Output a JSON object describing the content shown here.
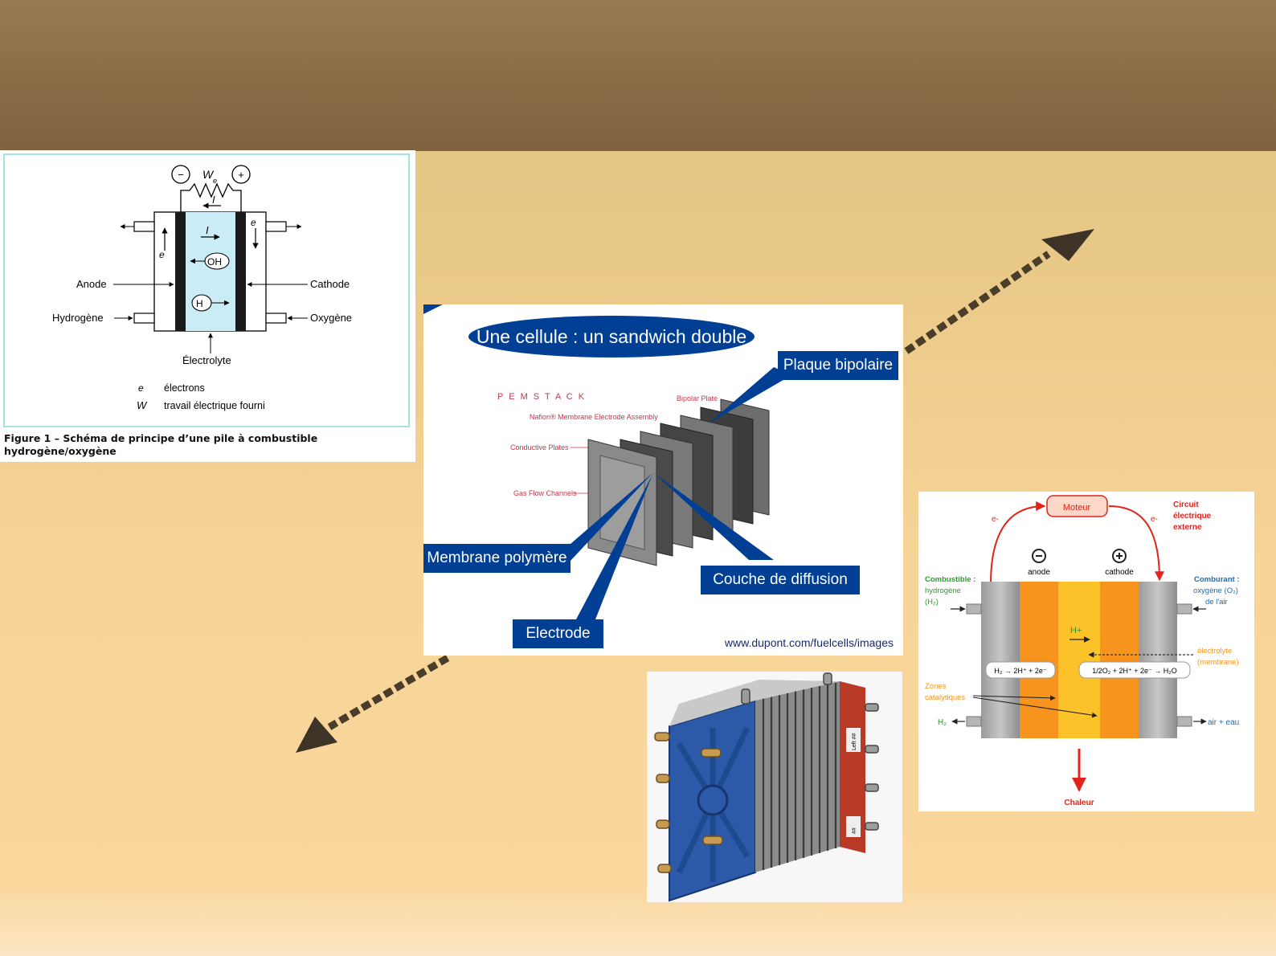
{
  "figure1": {
    "minus": "−",
    "plus": "+",
    "we_label": "W",
    "we_sub": "e",
    "current_i": "I",
    "electron_left": "e",
    "electron_right": "e",
    "ion_oh": "OH",
    "ion_h": "H",
    "anode": "Anode",
    "cathode": "Cathode",
    "hydrogene": "Hydrogène",
    "oxygene": "Oxygène",
    "electrolyte": "Électrolyte",
    "legend_e_symbol": "e",
    "legend_e_text": "électrons",
    "legend_we_symbol": "W",
    "legend_we_text": "travail électrique fourni",
    "caption_line1": "Figure 1 – Schéma de principe d’une pile à combustible",
    "caption_line2": "hydrogène/oxygène"
  },
  "pem": {
    "title": "Une cellule : un sandwich double",
    "plaque": "Plaque bipolaire",
    "membrane": "Membrane polymère",
    "couche": "Couche de diffusion",
    "electrode": "Electrode",
    "credit": "www.dupont.com/fuelcells/images",
    "pem_stack": "P E M   S T A C K",
    "bipolar_plate": "Bipolar Plate",
    "nafion": "Nafion® Membrane Electrode Assembly",
    "conductive": "Conductive Plates",
    "gas_flow": "Gas Flow Channels"
  },
  "pile": {
    "moteur": "Moteur",
    "circuit_1": "Circuit",
    "circuit_2": "électrique",
    "circuit_3": "externe",
    "e_left": "e-",
    "e_right": "e-",
    "anode": "anode",
    "cathode": "cathode",
    "combustible_1": "Combustible :",
    "combustible_2": "hydrogène",
    "combustible_3": "(H₂)",
    "comburant_1": "Comburant :",
    "comburant_2": "oxygène (O₂)",
    "comburant_3": "de l'air",
    "h_plus": "H+",
    "electrolyte_1": "électrolyte",
    "electrolyte_2": "(membrane)",
    "reaction_anode": "H₂ → 2H⁺ + 2e⁻",
    "reaction_cathode": "1/2O₂ + 2H⁺ + 2e⁻ → H₂O",
    "zones_1": "Zones",
    "zones_2": "catalytiques",
    "h2_out": "H₂",
    "air_eau": "air + eau",
    "chaleur": "Chaleur"
  },
  "stack_photo": {
    "label_1": "Left ##",
    "label_2": "##"
  },
  "colors": {
    "header": "#8a6c47",
    "background": "#f7d497",
    "pem_blue": "#003f94",
    "electrolyte_fill": "#c9ecf7",
    "membrane_yellow": "#fbc22a",
    "catalyst_orange": "#f7941d",
    "circuit_red": "#e2231a"
  }
}
